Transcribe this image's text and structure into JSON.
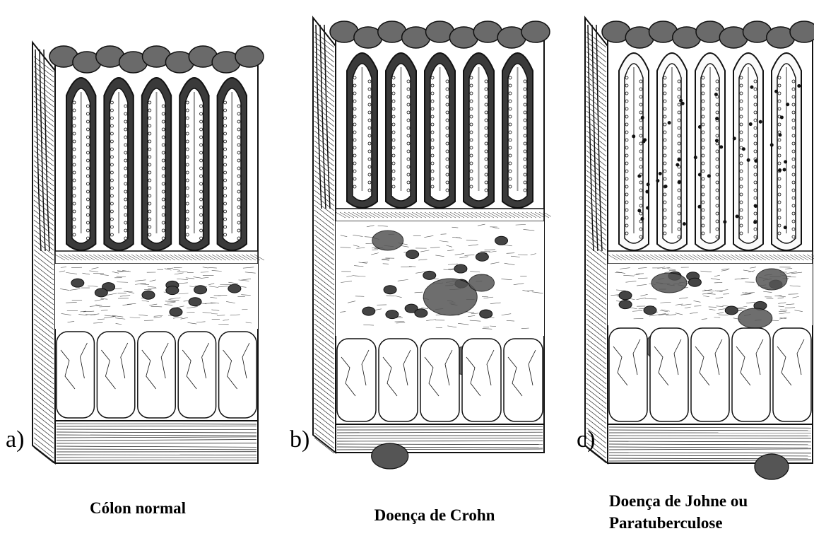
{
  "panels": [
    {
      "letter": "a)",
      "caption": [
        "Cólon normal"
      ],
      "variant": "normal"
    },
    {
      "letter": "b)",
      "caption": [
        "Doença de Crohn"
      ],
      "variant": "crohn"
    },
    {
      "letter": "c)",
      "caption": [
        "Doença de Johne ou",
        "Paratuberculose"
      ],
      "variant": "johne"
    }
  ],
  "colors": {
    "ink": "#111111",
    "paper": "#ffffff",
    "lesion": "#555555",
    "bleed": "#d0d0d0"
  }
}
